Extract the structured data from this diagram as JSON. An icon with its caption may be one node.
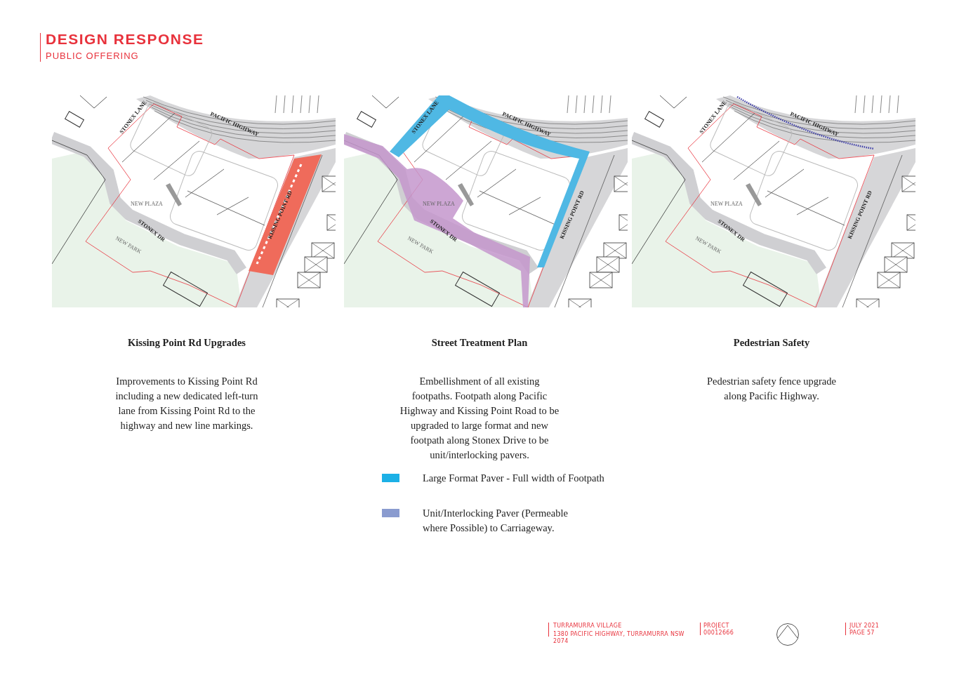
{
  "diagram": {
    "title": "DESIGN RESPONSE",
    "labels": [
      "PUBLIC OFFERING",
      "STONEX LANE",
      "PACIFIC HIGHWAY",
      "NEW PLAZA",
      "STONEX DR",
      "NEW PARK",
      "KISSING POINT RD",
      "STONEX LANE",
      "PACIFIC HIGHWAY",
      "NEW PLAZA",
      "STONEX DR",
      "NEW PARK",
      "KISSING POINT RD",
      "STONEX LANE",
      "PACIFIC HIGHWAY",
      "NEW PLAZA",
      "STONEX DR",
      "NEW PARK",
      "KISSING POINT RD",
      "Kissing Point Rd Upgrades",
      "Street Treatment Plan",
      "Pedestrian Safety",
      "Improvements to Kissing Point Rd including a new dedicated left-turn lane from Kissing Point Rd to the highway and new line markings.",
      "Embellishment of all existing footpaths. Footpath along Pacific Highway and Kissing Point Road to be upgraded to large format and new footpath along Stonex Drive to be unit/interlocking pavers.",
      "Pedestrian safety fence upgrade along Pacific Highway.",
      "TURRAMURRA VILLAGE",
      "1380 PACIFIC HIGHWAY, TURRAMURRA NSW 2074",
      "PROJECT",
      "00012666",
      "JULY 2021",
      "PAGE 57"
    ],
    "legend": [
      {
        "text": "Large Format Paver - Full width of Footpath",
        "color": "#1cb0e6"
      },
      {
        "text": "Unit/Interlocking Paver (Permeable where Possible) to Carriageway.",
        "color": "#8a9bcf"
      }
    ]
  }
}
